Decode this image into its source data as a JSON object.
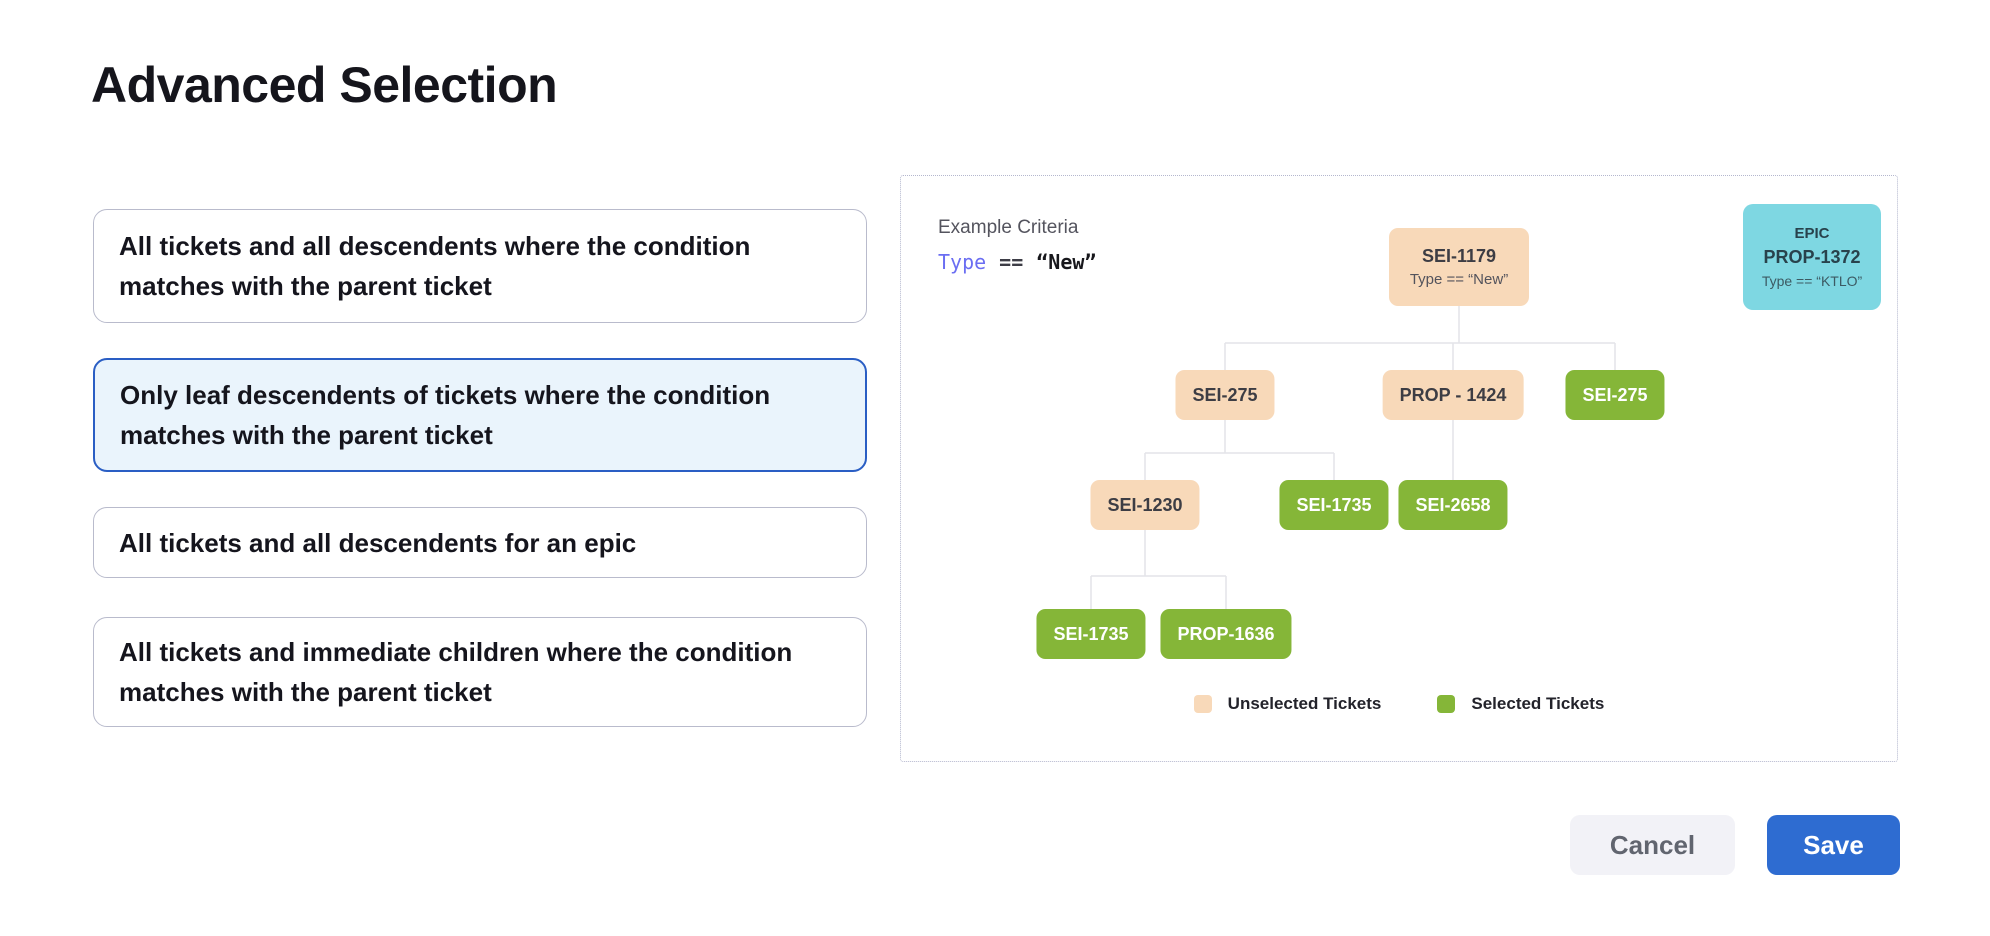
{
  "title": "Advanced Selection",
  "options": [
    {
      "label": "All tickets and all descendents where the condition matches with the parent ticket",
      "selected": false
    },
    {
      "label": "Only leaf descendents of tickets where the condition matches with the parent ticket",
      "selected": true
    },
    {
      "label": "All tickets and all descendents for an epic",
      "selected": false
    },
    {
      "label": "All tickets and immediate children where the condition matches with the parent ticket",
      "selected": false
    }
  ],
  "example": {
    "criteria_label": "Example Criteria",
    "criteria": {
      "field": "Type",
      "operator": "==",
      "value": "“New”"
    },
    "epic_card": {
      "type_label": "EPIC",
      "id": "PROP-1372",
      "condition": "Type == “KTLO”",
      "color": "#7ed7e2"
    },
    "tree": {
      "nodes": [
        {
          "label": "SEI-1179",
          "condition": "Type == “New”",
          "state": "unselected"
        },
        {
          "label": "SEI-275",
          "state": "unselected"
        },
        {
          "label": "PROP - 1424",
          "state": "unselected"
        },
        {
          "label": "SEI-275",
          "state": "selected"
        },
        {
          "label": "SEI-1230",
          "state": "unselected"
        },
        {
          "label": "SEI-1735",
          "state": "selected"
        },
        {
          "label": "SEI-2658",
          "state": "selected"
        },
        {
          "label": "SEI-1735",
          "state": "selected"
        },
        {
          "label": "PROP-1636",
          "state": "selected"
        }
      ]
    },
    "legend": [
      {
        "label": "Unselected Tickets",
        "color": "#f8d9b9"
      },
      {
        "label": "Selected Tickets",
        "color": "#85b638"
      }
    ]
  },
  "footer": {
    "cancel_label": "Cancel",
    "save_label": "Save"
  },
  "colors": {
    "selected_card_border": "#2a5ec4",
    "selected_card_bg": "#eaf4fc",
    "unselected_ticket": "#f8d9b9",
    "selected_ticket": "#85b638",
    "epic_ticket": "#7ed7e2",
    "save_button": "#2e6cd1"
  }
}
